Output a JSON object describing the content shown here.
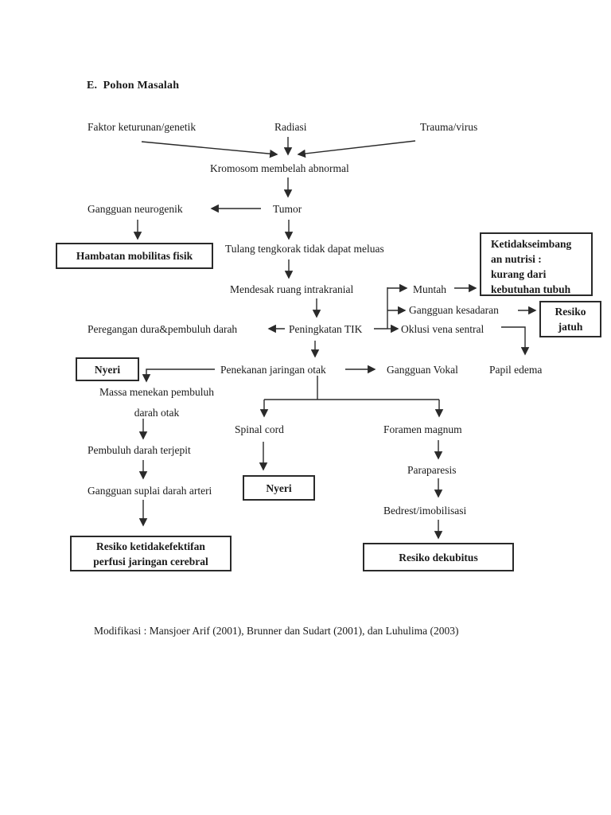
{
  "page": {
    "heading": "E.  Pohon Masalah",
    "footnote": "Modifikasi : Mansjoer Arif (2001), Brunner dan Sudart (2001), dan Luhulima (2003)"
  },
  "diagram": {
    "nodes": {
      "faktor_keturunan": "Faktor keturunan/genetik",
      "radiasi": "Radiasi",
      "trauma_virus": "Trauma/virus",
      "kromosom": "Kromosom membelah abnormal",
      "gangguan_neurogenik": "Gangguan neurogenik",
      "tumor": "Tumor",
      "tulang_tengkorak": "Tulang tengkorak tidak dapat meluas",
      "mendesak_ruang": "Mendesak ruang intrakranial",
      "muntah": "Muntah",
      "gangguan_kesadaran": "Gangguan kesadaran",
      "peregangan_dura": "Peregangan dura&pembuluh darah",
      "peningkatan_tik": "Peningkatan TIK",
      "oklusi_vena": "Oklusi vena sentral",
      "penekanan_jaringan": "Penekanan jaringan otak",
      "gangguan_vokal": "Gangguan Vokal",
      "papil_edema": "Papil edema",
      "massa_menekan": "Massa menekan pembuluh\ndarah otak",
      "spinal_cord": "Spinal cord",
      "foramen_magnum": "Foramen magnum",
      "pembuluh_terjepit": "Pembuluh darah terjepit",
      "paraparesis": "Paraparesis",
      "gangguan_suplai": "Gangguan suplai darah arteri",
      "bedrest": "Bedrest/imobilisasi"
    },
    "boxes": {
      "hambatan_mobilitas": "Hambatan mobilitas fisik",
      "ketidakseimbangan_nutrisi": "Ketidakseimbang\nan nutrisi :\nkurang dari\nkebutuhan tubuh",
      "resiko_jatuh": "Resiko\njatuh",
      "nyeri_atas": "Nyeri",
      "nyeri_bawah": "Nyeri",
      "resiko_perfusi": "Resiko ketidakefektifan\nperfusi jaringan cerebral",
      "resiko_dekubitus": "Resiko dekubitus"
    }
  }
}
